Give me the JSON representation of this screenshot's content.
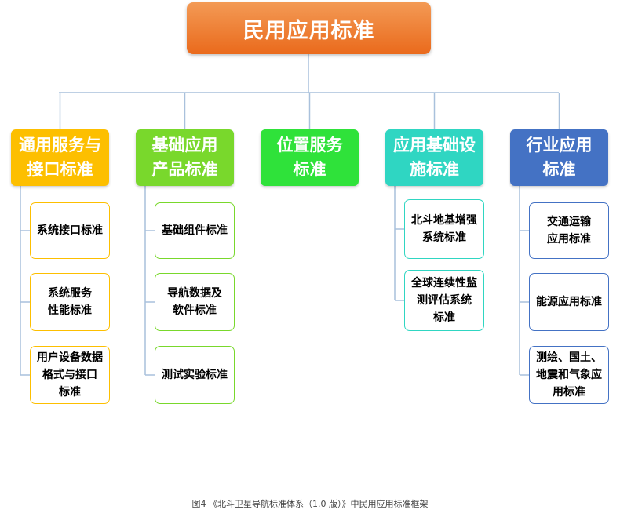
{
  "root": {
    "label": "民用应用标准",
    "color": "#ee7d2f"
  },
  "categories": [
    {
      "label": "通用服务与\n接口标准",
      "color": "#fdbf00",
      "children": [
        "系统接口标准",
        "系统服务\n性能标准",
        "用户设备数据\n格式与接口\n标准"
      ]
    },
    {
      "label": "基础应用\n产品标准",
      "color": "#79d82c",
      "children": [
        "基础组件标准",
        "导航数据及\n软件标准",
        "测试实验标准"
      ]
    },
    {
      "label": "位置服务\n标准",
      "color": "#2fe23a",
      "children": []
    },
    {
      "label": "应用基础设\n施标准",
      "color": "#2fd6c2",
      "children": [
        "北斗地基增强\n系统标准",
        "全球连续性监\n测评估系统\n标准"
      ]
    },
    {
      "label": "行业应用\n标准",
      "color": "#4472c4",
      "children": [
        "交通运输\n应用标准",
        "能源应用标准",
        "测绘、国土、\n地震和气象应\n用标准"
      ]
    }
  ],
  "caption": "图4 《北斗卫星导航标准体系（1.0 版）》中民用应用标准框架",
  "colors": {
    "line": "#a9c1dc",
    "leaf_border": "#7f7f7f"
  }
}
